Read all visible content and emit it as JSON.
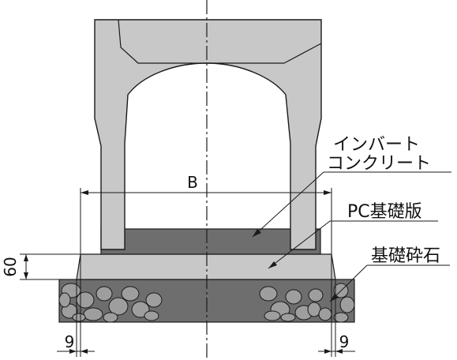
{
  "labels": {
    "invert_line1": "インバート",
    "invert_line2": "コンクリート",
    "pc_base": "PC基礎版",
    "crushed_stone": "基礎砕石"
  },
  "dimensions": {
    "width_symbol": "B",
    "thickness": "60",
    "offset_left": "9",
    "offset_right": "9"
  },
  "colors": {
    "culvert": "#c8c8c8",
    "base_slab": "#c8c8c8",
    "invert": "#6e6e6e",
    "gravel_fill": "#6e6e6e",
    "stone": "#9e9e9e",
    "line": "#1a1a1a"
  }
}
